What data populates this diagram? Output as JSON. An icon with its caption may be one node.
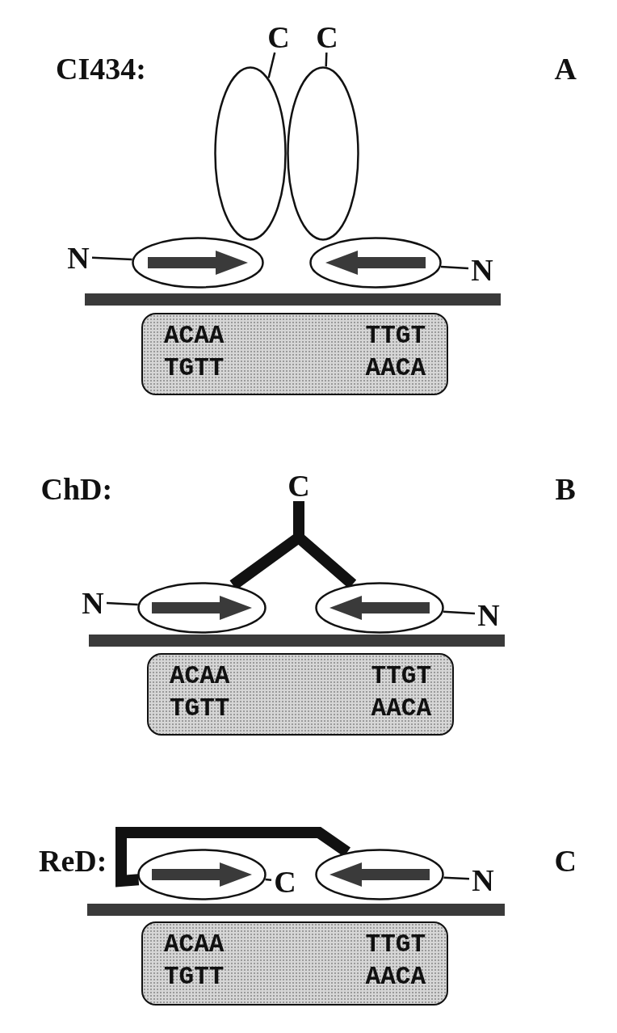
{
  "diagram": {
    "nodes": [
      {
        "text": [
          "C"
        ]
      },
      {
        "text": [
          "C"
        ]
      },
      {
        "text": [],
        "shape": "ellipse"
      },
      {
        "text": [],
        "shape": "ellipse"
      },
      {
        "text": [
          "N"
        ]
      },
      {
        "text": [],
        "shape": "ellipse"
      },
      {
        "text": [],
        "shape": "ellipse"
      },
      {
        "text": [
          "N"
        ]
      },
      {
        "text": [],
        "shape": "bar"
      },
      {
        "text": [
          "ACAA",
          "TTGT",
          "TGTT",
          "AACA"
        ]
      },
      {
        "text": [
          "C"
        ]
      },
      {
        "text": [
          "N"
        ]
      },
      {
        "text": [],
        "shape": "ellipse"
      },
      {
        "text": [],
        "shape": "ellipse"
      },
      {
        "text": [
          "N"
        ]
      },
      {
        "text": [],
        "shape": "bar"
      },
      {
        "text": [
          "ACAA",
          "TTGT",
          "TGTT",
          "AACA"
        ]
      },
      {
        "text": [],
        "shape": "ellipse"
      },
      {
        "text": [
          "C"
        ]
      },
      {
        "text": [],
        "shape": "ellipse"
      },
      {
        "text": [
          "N"
        ]
      },
      {
        "text": [],
        "shape": "bar"
      },
      {
        "text": [
          "ACAA",
          "TTGT",
          "TGTT",
          "AACA"
        ]
      }
    ],
    "edges": [
      {
        "from": 0,
        "to": 2,
        "arrow": "none"
      },
      {
        "from": 1,
        "to": 3,
        "arrow": "none"
      },
      {
        "from": 4,
        "to": 5,
        "arrow": "none"
      },
      {
        "from": 7,
        "to": 6,
        "arrow": "none"
      },
      {
        "from": 10,
        "to": 12,
        "arrow": "none",
        "style": "thick"
      },
      {
        "from": 10,
        "to": 13,
        "arrow": "none",
        "style": "thick"
      },
      {
        "from": 11,
        "to": 12,
        "arrow": "none"
      },
      {
        "from": 14,
        "to": 13,
        "arrow": "none"
      },
      {
        "from": 17,
        "to": 19,
        "arrow": "none",
        "style": "thick"
      },
      {
        "from": 18,
        "to": 17,
        "arrow": "none"
      },
      {
        "from": 20,
        "to": 19,
        "arrow": "none"
      }
    ],
    "labels": [
      "CI434:",
      "A",
      "ChD:",
      "B",
      "ReD:",
      "C"
    ]
  }
}
